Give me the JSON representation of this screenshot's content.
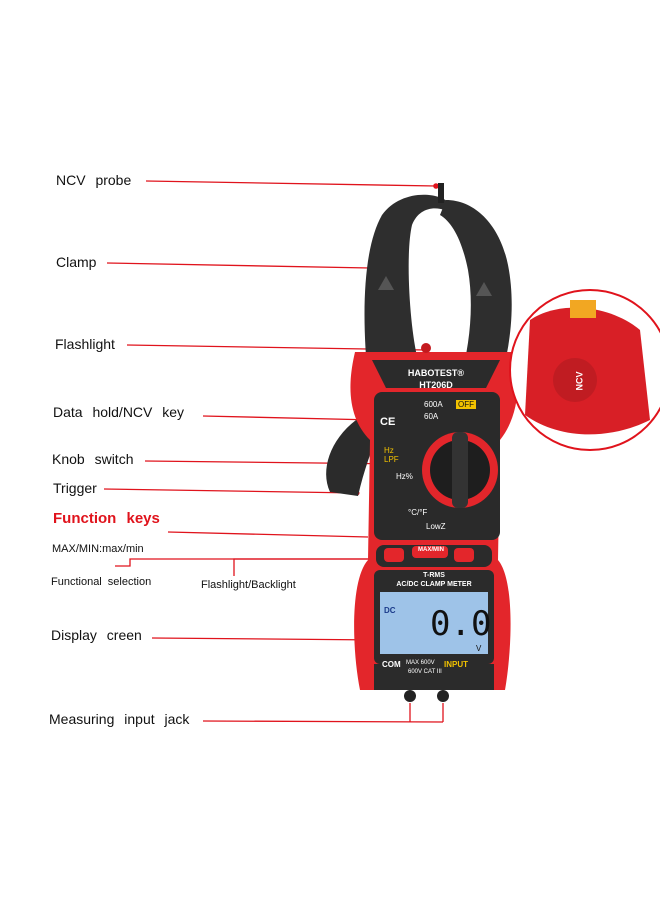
{
  "labels": {
    "ncv_probe": "NCV probe",
    "clamp": "Clamp",
    "flashlight": "Flashlight",
    "data_hold": "Data hold/NCV key",
    "knob_switch": "Knob switch",
    "trigger": "Trigger",
    "function_keys": "Function keys",
    "max_min": "MAX/MIN:max/min",
    "functional_selection": "Functional selection",
    "flashlight_backlight": "Flashlight/Backlight",
    "display_screen": "Display creen",
    "measuring_jack": "Measuring input jack"
  },
  "device": {
    "brand": "HABOTEST®",
    "model": "HT206D",
    "ce": "CE",
    "range_600a": "600A",
    "range_60a": "60A",
    "off": "OFF",
    "hz_lpf": "Hz LPF",
    "hz_pct": "Hz%",
    "temp": "°C/°F",
    "lowz": "LowZ",
    "max_min_btn": "MAX/MIN",
    "trms": "T-RMS",
    "clamp_meter": "AC/DC CLAMP METER",
    "dc": "DC",
    "reading": "0.0",
    "unit": "V",
    "com": "COM",
    "max_voltage": "MAX 600V",
    "cat": "600V CAT III",
    "input": "INPUT",
    "ncv_zoom": "NCV"
  },
  "colors": {
    "body_red": "#e3262b",
    "dark": "#2b2b2b",
    "leader": "#e0131c",
    "lcd": "#9ec3e8"
  }
}
